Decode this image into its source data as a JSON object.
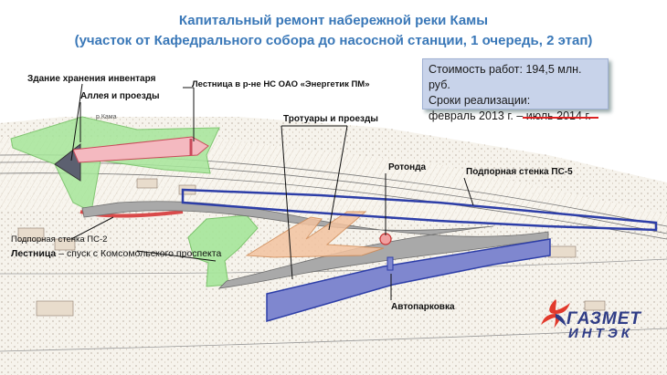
{
  "title": {
    "line1": "Капитальный ремонт набережной реки Камы",
    "line2": "(участок от Кафедрального собора до насосной станции, 1 очередь, 2 этап)"
  },
  "info": {
    "cost_label": "Стоимость работ:",
    "cost_value": "194,5 млн. руб.",
    "terms_label": "Сроки реализации:",
    "terms_start": "февраль 2013 г.",
    "terms_dash": " – ",
    "terms_end_struck": "июль 2014 г."
  },
  "labels": {
    "storage": "Здание хранения инвентаря",
    "alley": "Аллея и проезды",
    "stair_ns": "Лестница в р-не НС ОАО «Энергетик ПМ»",
    "sidewalks": "Тротуары и проезды",
    "rotunda": "Ротонда",
    "wall_ps5": "Подпорная стенка ПС-5",
    "wall_ps2": "Подпорная стенка ПС-2",
    "stair_bold": "Лестница",
    "stair_rest": " – спуск с Комсомольского проспекта",
    "parking": "Автопарковка",
    "river_label": "р.Кама"
  },
  "logo": {
    "line1": "ГАЗМЕТ",
    "line2": "ИНТЭК"
  },
  "colors": {
    "title": "#3a78b8",
    "green": "#a6e69a",
    "blue_zone": "#7f87cf",
    "orange": "#f3c3a0",
    "pink": "#f4b9c0",
    "gray_road": "#a9a9a9",
    "strike": "#d22222"
  }
}
